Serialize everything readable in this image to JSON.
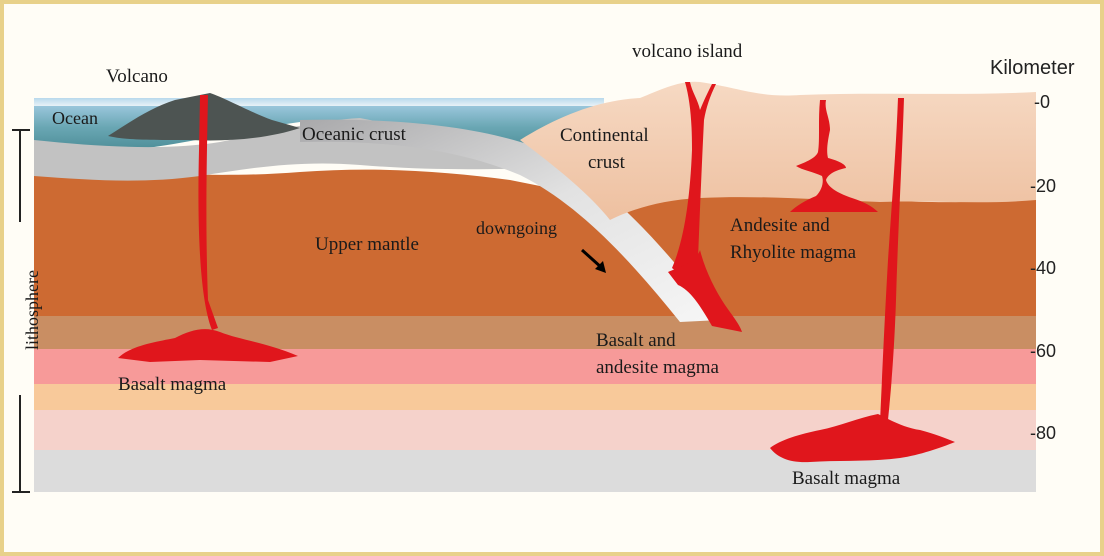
{
  "labels": {
    "volcano": "Volcano",
    "volcano_island": "volcano island",
    "kilometer": "Kilometer",
    "ocean": "Ocean",
    "oceanic_crust": "Oceanic crust",
    "continental_crust_line1": "Continental",
    "continental_crust_line2": "crust",
    "upper_mantle": "Upper mantle",
    "downgoing": "downgoing",
    "andesite_line1": "Andesite and",
    "andesite_line2": "Rhyolite magma",
    "basalt_andesite_line1": "Basalt and",
    "basalt_andesite_line2": "andesite magma",
    "basalt_magma_left": "Basalt magma",
    "basalt_magma_right": "Basalt magma",
    "lithosphere": "lithosphere"
  },
  "depth_scale": {
    "ticks": [
      "-0",
      "-20",
      "-40",
      "-60",
      "-80"
    ]
  },
  "colors": {
    "ocean": "#5b97a3",
    "oceanic_crust": "#c9c9c9",
    "continental_crust": "#f2c7a8",
    "upper_mantle": "#cd6a32",
    "magma": "#e0161c",
    "band_tan": "#c98e63",
    "band_pink": "#f79a99",
    "band_peach": "#f8c99a",
    "band_light_pink": "#f5d2cb",
    "band_grey": "#dcdcdc"
  }
}
